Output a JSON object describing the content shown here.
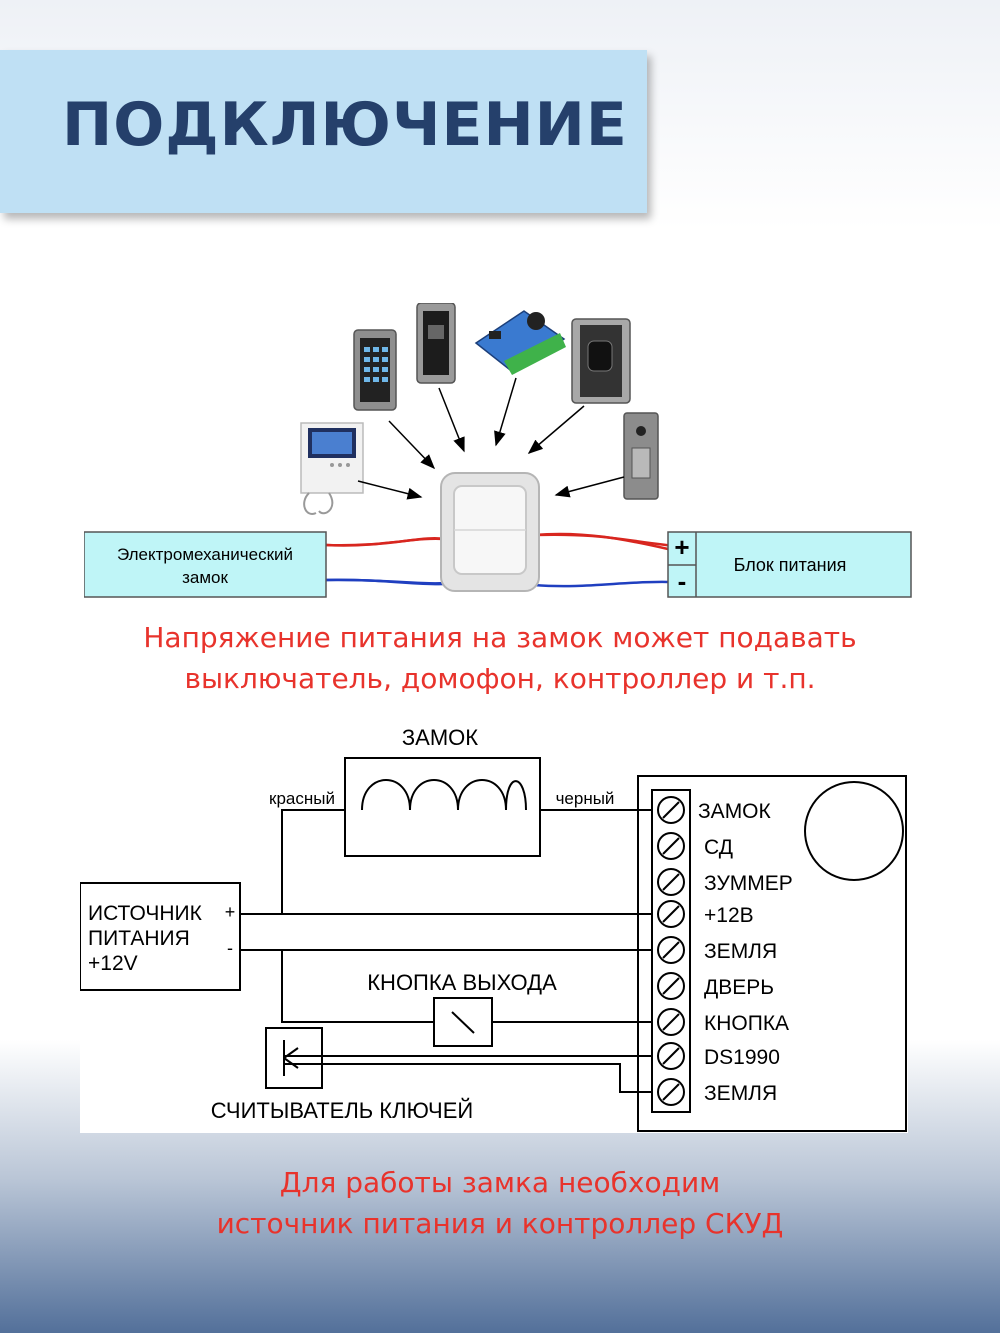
{
  "header": {
    "title": "ПОДКЛЮЧЕНИЕ"
  },
  "diagram1": {
    "lock_label_line1": "Электромеханический",
    "lock_label_line2": "замок",
    "power_label": "Блок питания",
    "plus_sign": "+",
    "minus_sign": "-",
    "wire_red_color": "#d8261f",
    "wire_blue_color": "#1f3fc0",
    "box_fill_color": "#bff5f7"
  },
  "caption1": {
    "line1": "Напряжение питания на замок может подавать",
    "line2": "выключатель, домофон, контроллер и т.п."
  },
  "diagram2": {
    "lock_title": "ЗАМОК",
    "wire_red_label": "красный",
    "wire_black_label": "черный",
    "source_line1": "ИСТОЧНИК",
    "source_line2": "ПИТАНИЯ",
    "source_line3": "+12V",
    "plus_sign": "+",
    "minus_sign": "-",
    "exit_button_label": "КНОПКА ВЫХОДА",
    "reader_label": "СЧИТЫВАТЕЛЬ КЛЮЧЕЙ",
    "terminals": [
      "ЗАМОК",
      "СД",
      "ЗУММЕР",
      "+12В",
      "ЗЕМЛЯ",
      "ДВЕРЬ",
      "КНОПКА",
      "DS1990",
      "ЗЕМЛЯ"
    ]
  },
  "caption2": {
    "line1": "Для работы замка необходим",
    "line2": "источник питания и контроллер СКУД"
  }
}
